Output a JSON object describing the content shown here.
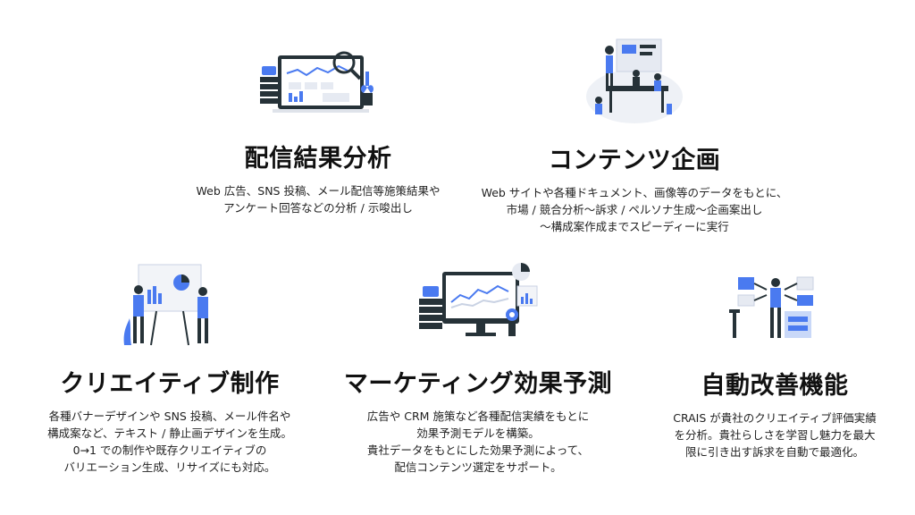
{
  "colors": {
    "accent": "#4a7af0",
    "dark": "#263238",
    "light": "#e6eaf2",
    "text": "#111111"
  },
  "features": [
    {
      "icon": "analytics-dashboard-illustration",
      "title": "配信結果分析",
      "description": "Web 広告、SNS 投稿、メール配信等施策結果や\nアンケート回答などの分析 / 示唆出し"
    },
    {
      "icon": "team-planning-illustration",
      "title": "コンテンツ企画",
      "description": "Web サイトや各種ドキュメント、画像等のデータをもとに、\n市場 / 競合分析～訴求 / ペルソナ生成～企画案出し\n～構成案作成までスピーディーに実行"
    },
    {
      "icon": "presentation-illustration",
      "title": "クリエイティブ制作",
      "description": "各種バナーデザインや SNS 投稿、メール件名や\n構成案など、テキスト / 静止画デザインを生成。\n0→1 での制作や既存クリエイティブの\nバリエーション生成、リサイズにも対応。"
    },
    {
      "icon": "monitor-forecast-illustration",
      "title": "マーケティング効果予測",
      "description": "広告や CRM 施策など各種配信実績をもとに\n効果予測モデルを構築。\n貴社データをもとにした効果予測によって、\n配信コンテンツ選定をサポート。"
    },
    {
      "icon": "automation-network-illustration",
      "title": "自動改善機能",
      "description": "CRAIS が貴社のクリエイティブ評価実績\nを分析。貴社らしさを学習し魅力を最大\n限に引き出す訴求を自動で最適化。"
    }
  ]
}
